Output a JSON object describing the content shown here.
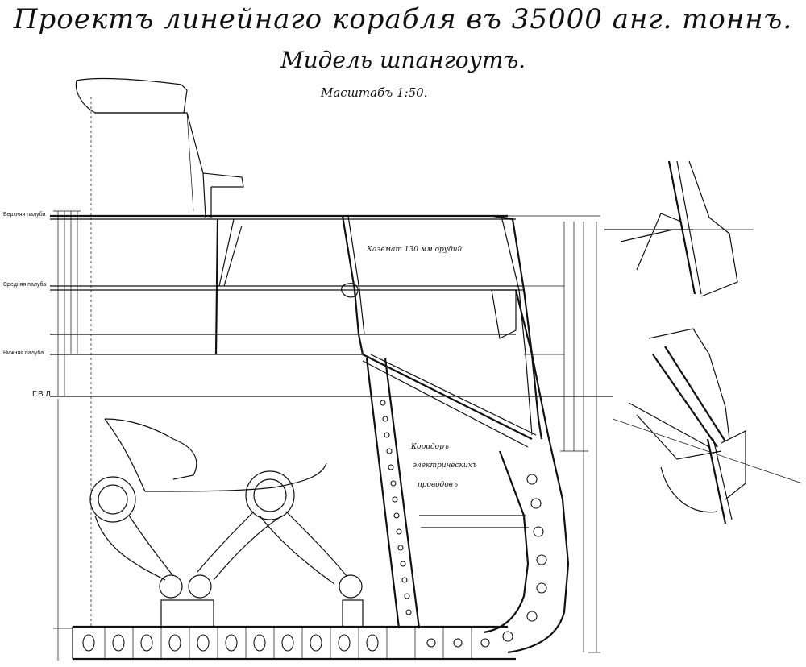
{
  "title": "Проектъ линейнаго корабля въ 35000 анг. тоннъ.",
  "subtitle": "Мидель шпангоутъ.",
  "scale": "Масштабъ 1:50.",
  "decks": {
    "upper": "Верхняя палуба",
    "middle": "Средняя палуба",
    "lower": "Нижняя палуба",
    "waterline": "Г.В.Л."
  },
  "notes": {
    "casemate": "Каземат 130 мм орудий",
    "corridor_1": "Коридоръ",
    "corridor_2": "электрическихъ",
    "corridor_3": "проводовъ"
  }
}
